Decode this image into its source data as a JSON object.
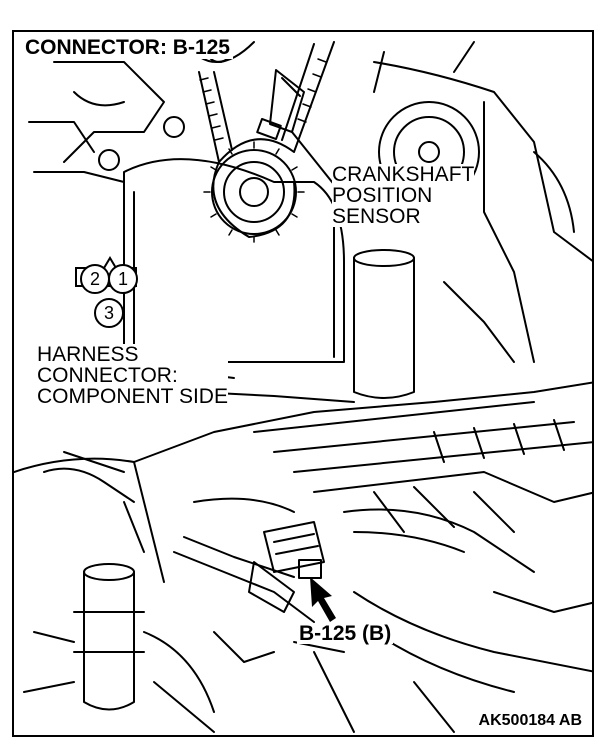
{
  "title": "CONNECTOR: B-125",
  "sensor_label": [
    "CRANKSHAFT",
    "POSITION",
    "SENSOR"
  ],
  "harness_label": [
    "HARNESS",
    "CONNECTOR:",
    "COMPONENT SIDE"
  ],
  "connector_pins": {
    "pin_1": "1",
    "pin_2": "2",
    "pin_3": "3"
  },
  "callout_label": "B-125 (B)",
  "figure_id": "AK500184 AB"
}
